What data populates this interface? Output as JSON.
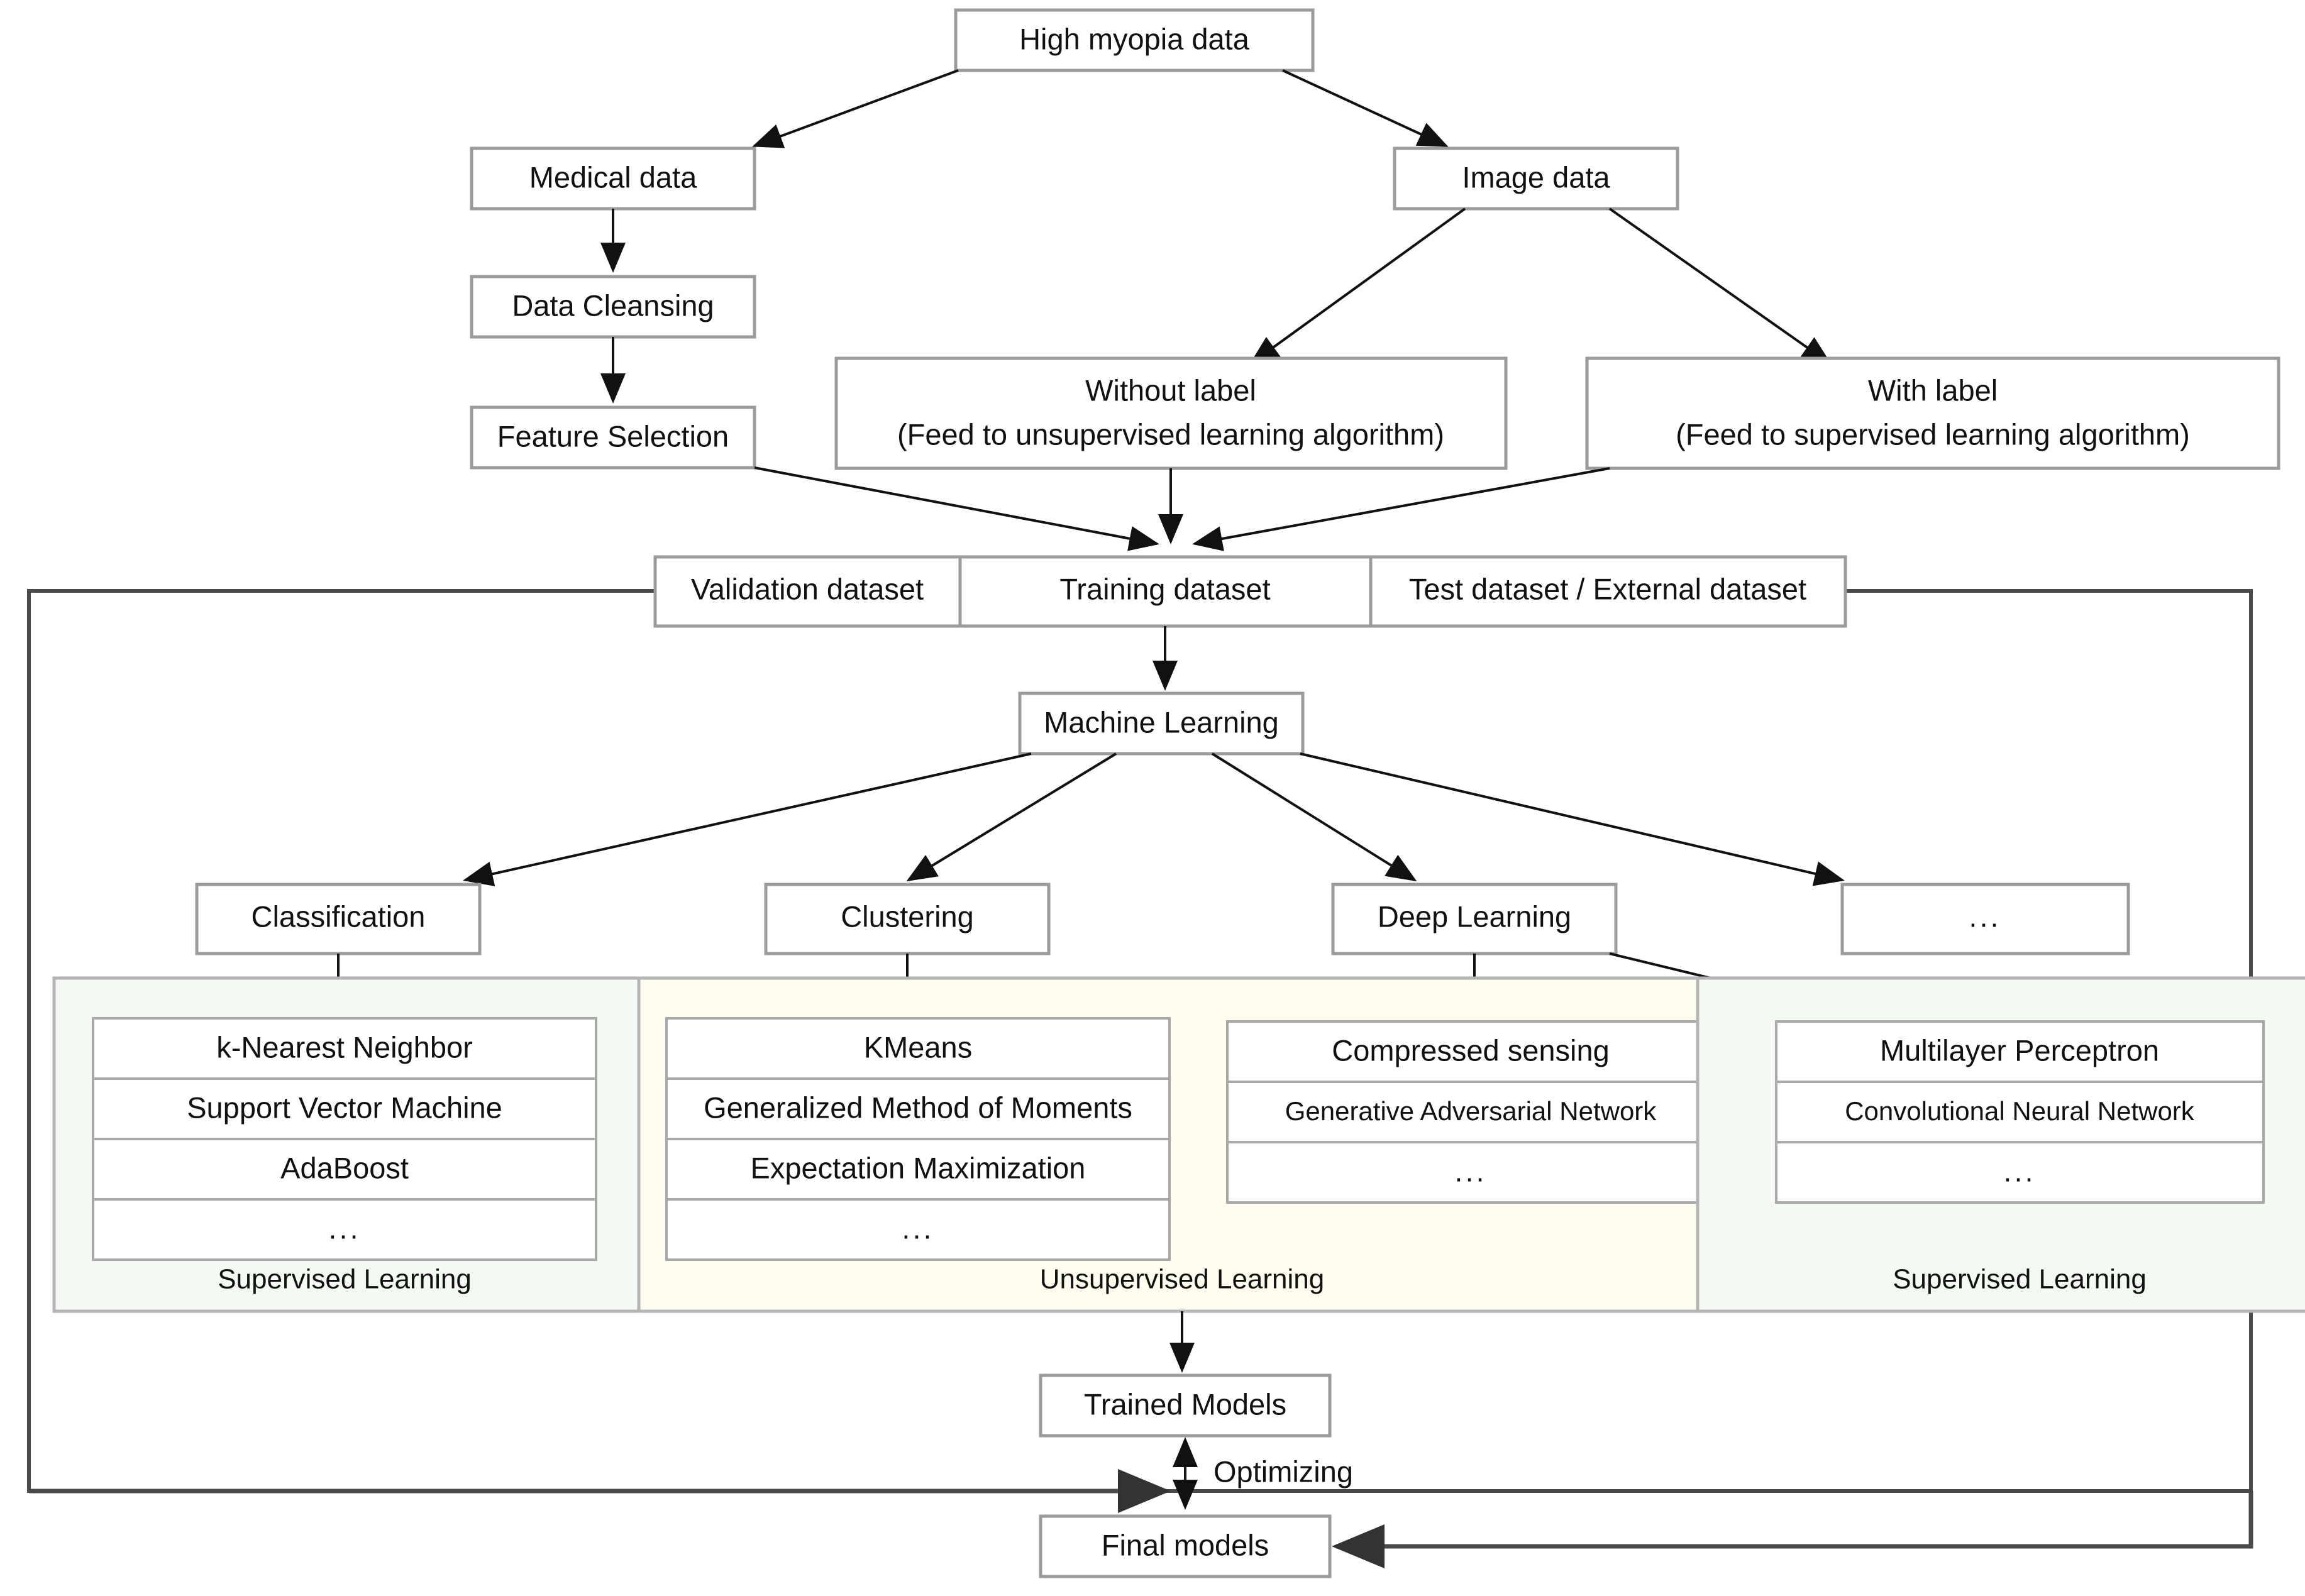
{
  "diagram": {
    "title_hidden": "",
    "nodes": {
      "root": "High myopia data",
      "medical_data": "Medical data",
      "image_data": "Image data",
      "data_cleansing": "Data Cleansing",
      "feature_selection": "Feature Selection",
      "without_label_line1": "Without label",
      "without_label_line2": "(Feed to unsupervised learning algorithm)",
      "with_label_line1": "With label",
      "with_label_line2": "(Feed to supervised learning algorithm)",
      "validation_dataset": "Validation dataset",
      "training_dataset": "Training dataset",
      "test_dataset": "Test dataset / External dataset",
      "machine_learning": "Machine Learning",
      "classification": "Classification",
      "clustering": "Clustering",
      "deep_learning": "Deep Learning",
      "more_categories": "...",
      "trained_models": "Trained Models",
      "final_models": "Final models"
    },
    "edge_labels": {
      "optimizing": "Optimizing"
    },
    "panels": [
      {
        "id": "supervised-classification",
        "footer": "Supervised Learning",
        "color": "#f4faf3",
        "methods": [
          "k-Nearest Neighbor",
          "Support Vector Machine",
          "AdaBoost",
          "..."
        ]
      },
      {
        "id": "unsupervised-clustering",
        "footer": "Unsupervised Learning",
        "color": "#fdfcef",
        "methods": [
          "KMeans",
          "Generalized Method of Moments",
          "Expectation Maximization",
          "..."
        ]
      },
      {
        "id": "unsupervised-deep-learning",
        "footer": "",
        "color": "#fdfcef",
        "methods": [
          "Compressed sensing",
          "Generative Adversarial Network",
          "..."
        ]
      },
      {
        "id": "supervised-deep-learning",
        "footer": "Supervised Learning",
        "color": "#f4faf3",
        "methods": [
          "Multilayer Perceptron",
          "Convolutional Neural Network",
          "..."
        ]
      }
    ],
    "colors": {
      "box_border": "#9b9b9b",
      "outer_border": "#4a4a4a",
      "arrow": "#111111",
      "panel_green": "#f4faf3",
      "panel_yellow": "#fdfcef",
      "background": "#ffffff"
    }
  }
}
